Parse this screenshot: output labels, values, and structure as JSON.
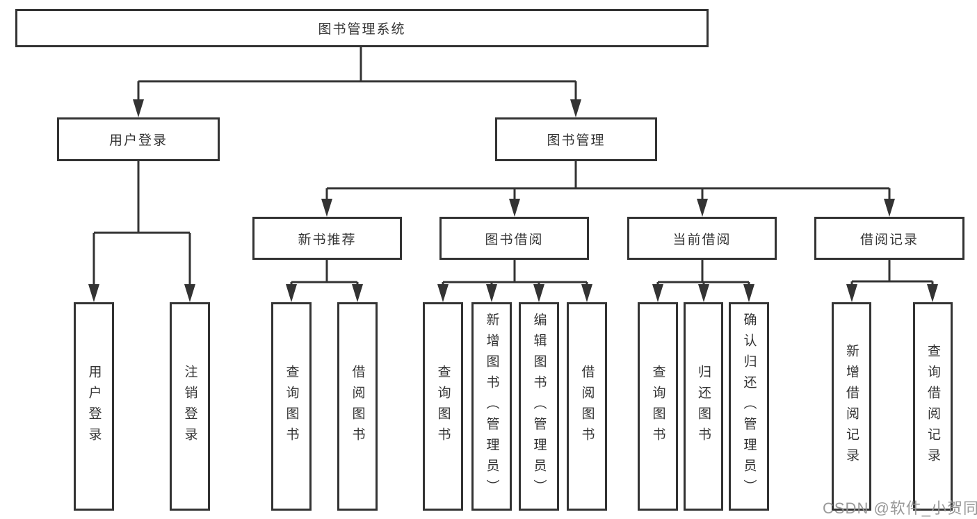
{
  "diagram": {
    "root": {
      "label": "图书管理系统"
    },
    "user_login": {
      "label": "用户登录",
      "children": [
        {
          "label": "用户登录"
        },
        {
          "label": "注销登录"
        }
      ]
    },
    "book_mgmt": {
      "label": "图书管理",
      "sections": [
        {
          "label": "新书推荐",
          "children": [
            {
              "label": "查询图书"
            },
            {
              "label": "借阅图书"
            }
          ]
        },
        {
          "label": "图书借阅",
          "children": [
            {
              "label": "查询图书"
            },
            {
              "label": "新增图书（管理员）"
            },
            {
              "label": "编辑图书（管理员）"
            },
            {
              "label": "借阅图书"
            }
          ]
        },
        {
          "label": "当前借阅",
          "children": [
            {
              "label": "查询图书"
            },
            {
              "label": "归还图书"
            },
            {
              "label": "确认归还（管理员）"
            }
          ]
        },
        {
          "label": "借阅记录",
          "children": [
            {
              "label": "新增借阅记录"
            },
            {
              "label": "查询借阅记录"
            }
          ]
        }
      ]
    },
    "watermark": "CSDN @软件_小贺同学",
    "colors": {
      "line": "#333333",
      "box_background": "#ffffff",
      "text": "#333333",
      "watermark_text": "#949494"
    }
  }
}
